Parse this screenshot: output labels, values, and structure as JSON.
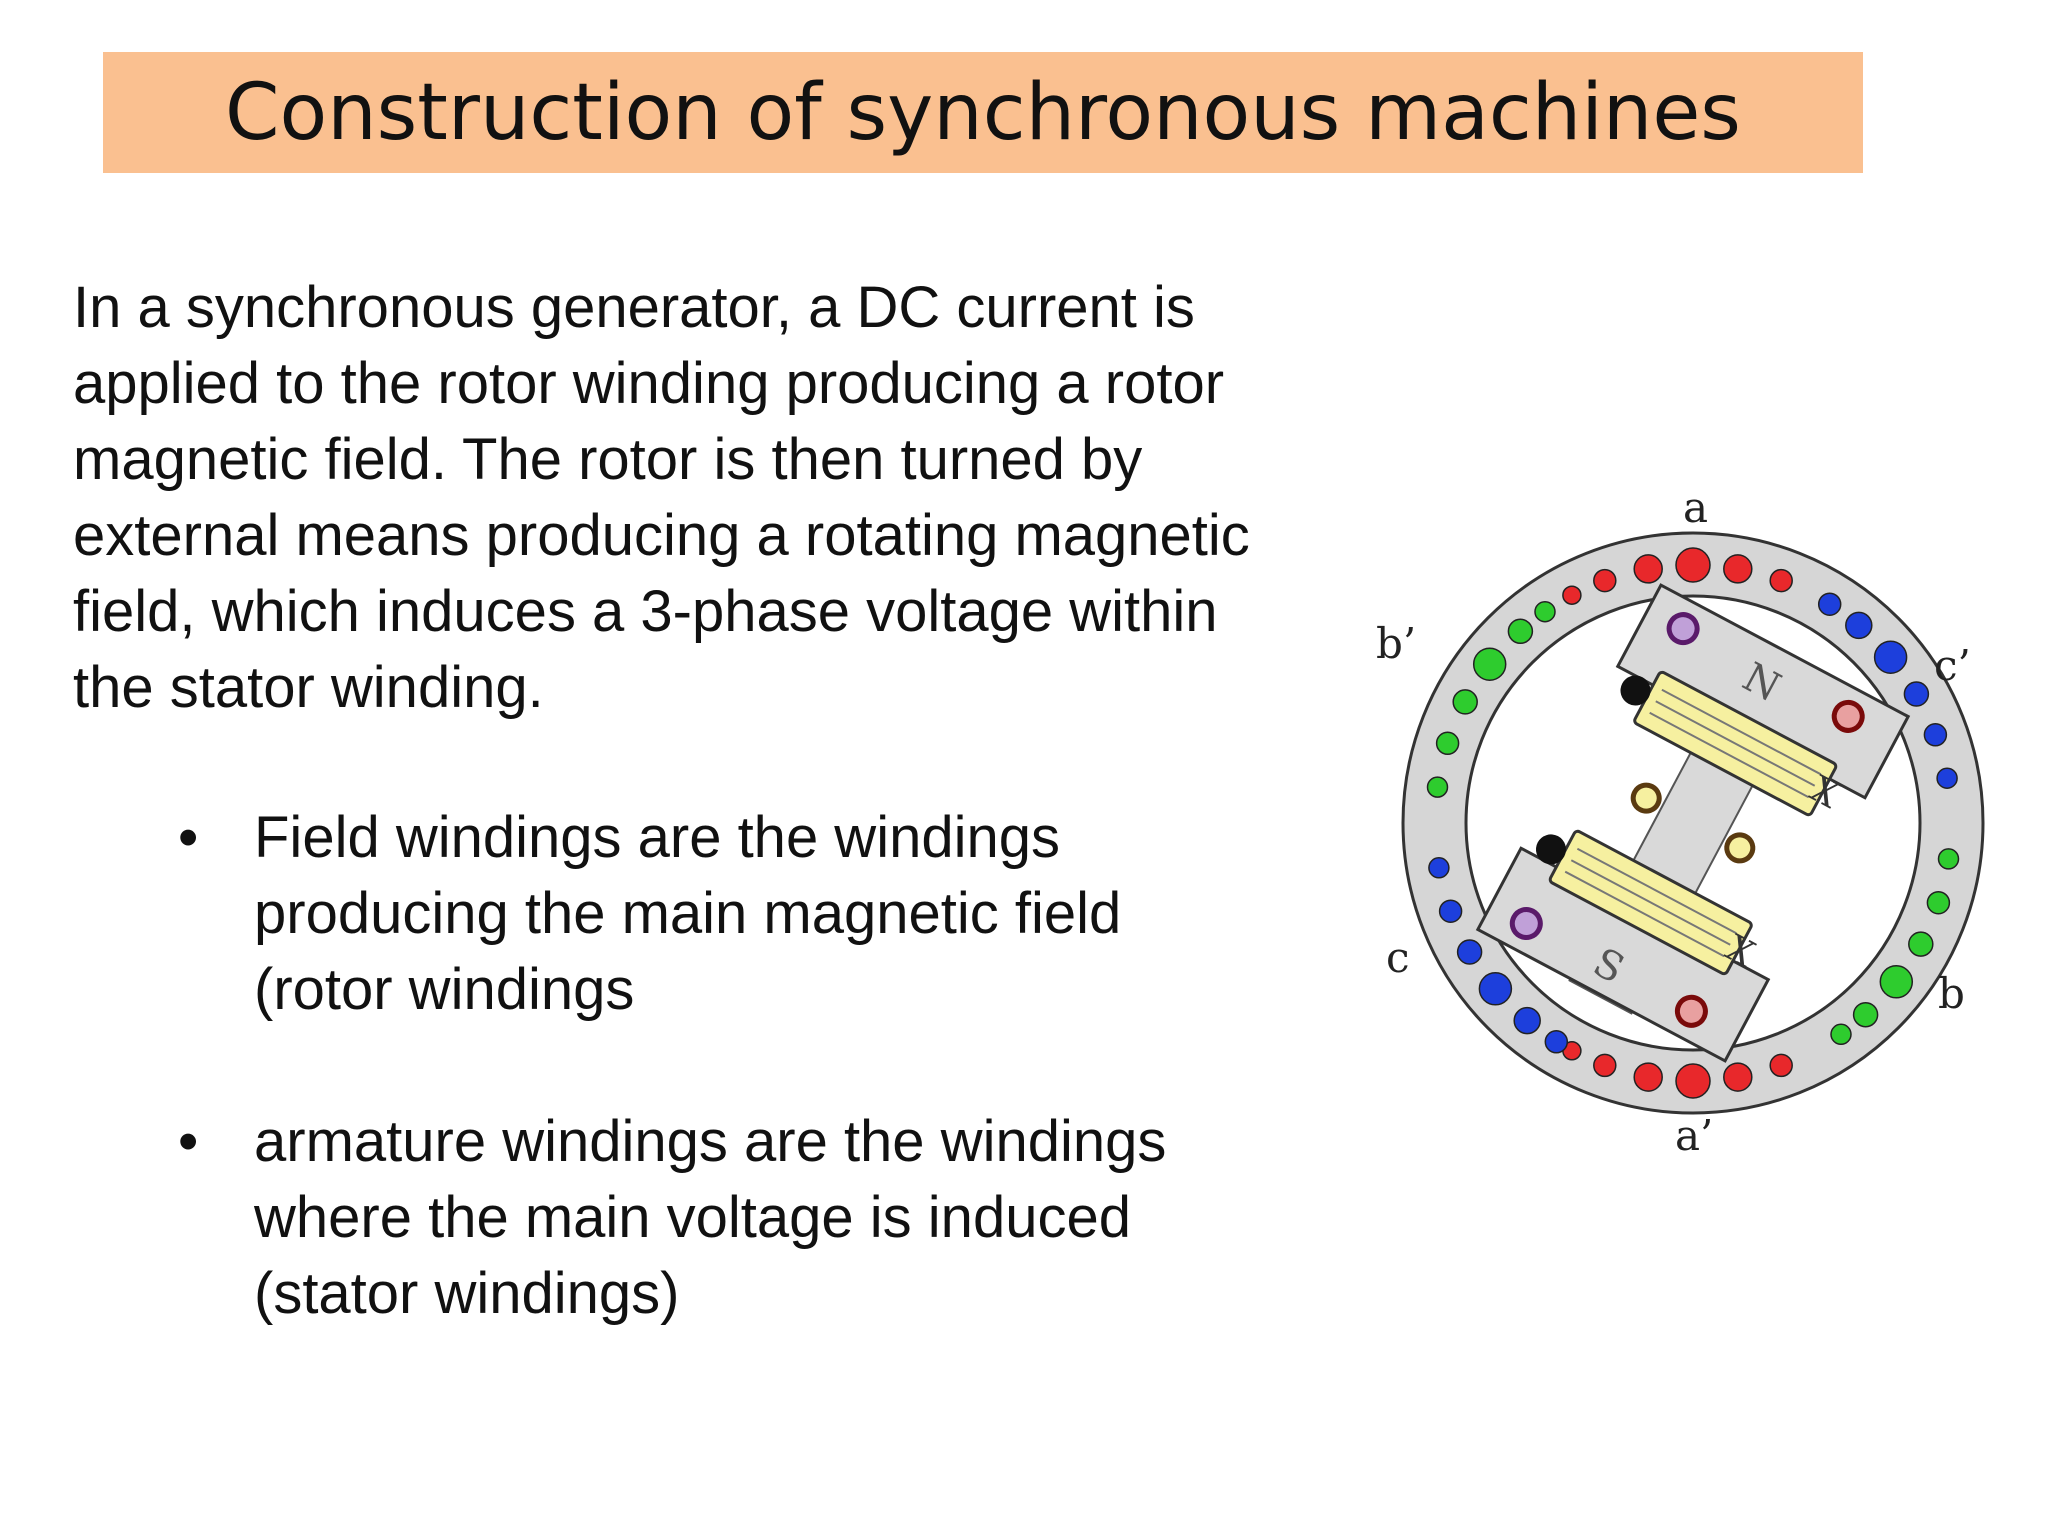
{
  "title": "Construction of synchronous machines",
  "intro": "In a synchronous generator, a DC current is\napplied to the rotor winding producing a rotor\nmagnetic field. The rotor is then turned by\nexternal means producing a rotating magnetic\nfield, which induces a 3-phase voltage within\nthe stator winding.",
  "bullets": [
    {
      "marker": "•",
      "text": "Field windings are the windings\nproducing the main magnetic field\n(rotor windings"
    },
    {
      "marker": "•",
      "text": "armature windings are the windings\nwhere the main voltage is induced\n(stator windings)"
    }
  ],
  "diagram": {
    "labels": {
      "a": "a",
      "a_prime": "a’",
      "b": "b",
      "b_prime": "b’",
      "c": "c",
      "c_prime": "c’",
      "north": "N",
      "south": "S"
    },
    "colors": {
      "banner": "#fac090",
      "stator_ring": "#d6d6d6",
      "rotor_core": "#d9d9d9",
      "coil": "#f6f0a0",
      "phase_a": "#e8282b",
      "phase_b": "#2ecc2e",
      "phase_c": "#1d3fdc"
    }
  }
}
